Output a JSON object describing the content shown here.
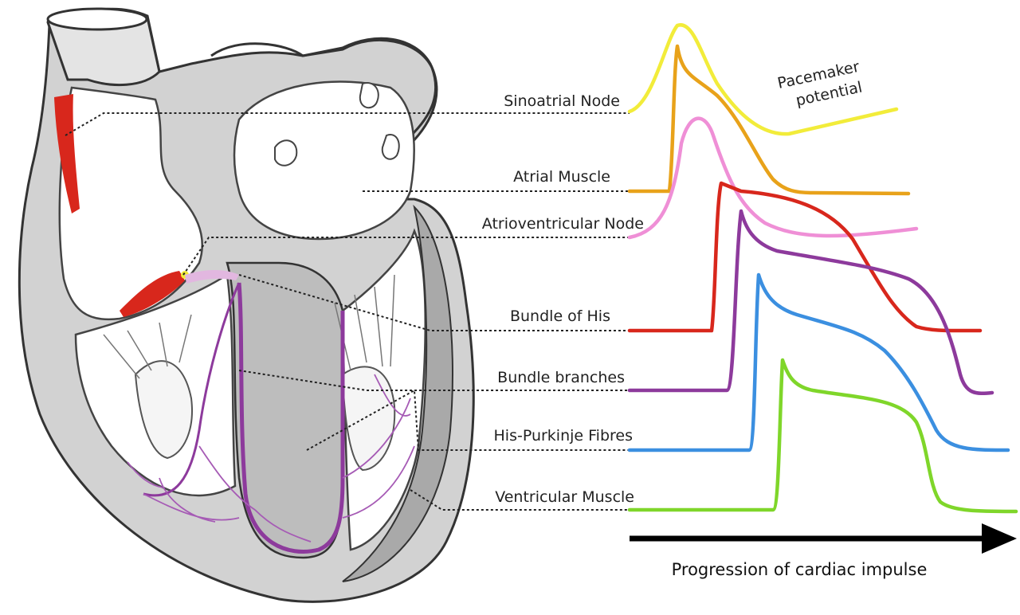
{
  "labels": {
    "sinoatrial": "Sinoatrial Node",
    "atrial": "Atrial Muscle",
    "av_node": "Atrioventricular Node",
    "bundle_his": "Bundle of His",
    "bundle_branches": "Bundle branches",
    "purkinje": "His-Purkinje Fibres",
    "ventricular": "Ventricular Muscle"
  },
  "pacemaker": {
    "line1": "Pacemaker",
    "line2": "potential"
  },
  "caption": "Progression of cardiac impulse",
  "colors": {
    "sinoatrial": "#f2ec3a",
    "atrial": "#e8a21a",
    "av_node": "#ef8fd6",
    "bundle_his": "#d8271c",
    "bundle_branches": "#8d3a9c",
    "purkinje": "#3b8fe0",
    "ventricular": "#7fd62a",
    "node_red": "#d8271c",
    "conduction_purple": "#8d3a9c",
    "heart_wall": "#bdbdbd",
    "heart_outline": "#333333"
  }
}
